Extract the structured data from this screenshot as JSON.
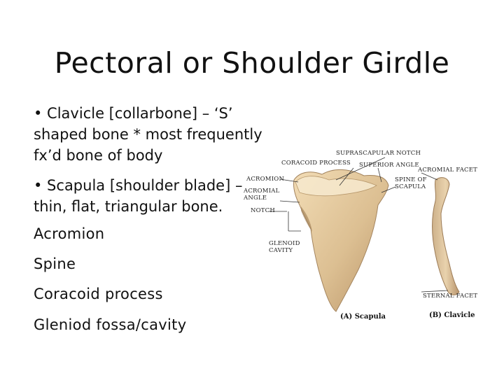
{
  "slide": {
    "title": "Pectoral or Shoulder Girdle",
    "bullet1": {
      "lines": [
        "• Clavicle [collarbone] – ‘S’",
        "shaped bone * most frequently",
        "fx’d bone of body"
      ]
    },
    "bullet2": {
      "lines": [
        "• Scapula [shoulder blade] –",
        "thin, flat, triangular bone."
      ]
    },
    "list": [
      "Acromion",
      "Spine",
      "Coracoid process",
      "Gleniod fossa/cavity"
    ]
  },
  "figure": {
    "labels": {
      "suprascapular_notch": "SUPRASCAPULAR NOTCH",
      "coracoid_process": "CORACOID PROCESS",
      "superior_angle": "SUPERIOR ANGLE",
      "acromial_facet": "ACROMIAL FACET",
      "acromion": "ACROMION",
      "acromial_angle_1": "ACROMIAL",
      "acromial_angle_2": "ANGLE",
      "notch": "NOTCH",
      "spine_of_scapula_1": "SPINE OF",
      "spine_of_scapula_2": "SCAPULA",
      "glenoid_cavity_1": "GLENOID",
      "glenoid_cavity_2": "CAVITY",
      "sternal_facet": "STERNAL FACET"
    },
    "captions": {
      "scapula": "(A) Scapula",
      "clavicle": "(B) Clavicle"
    }
  }
}
